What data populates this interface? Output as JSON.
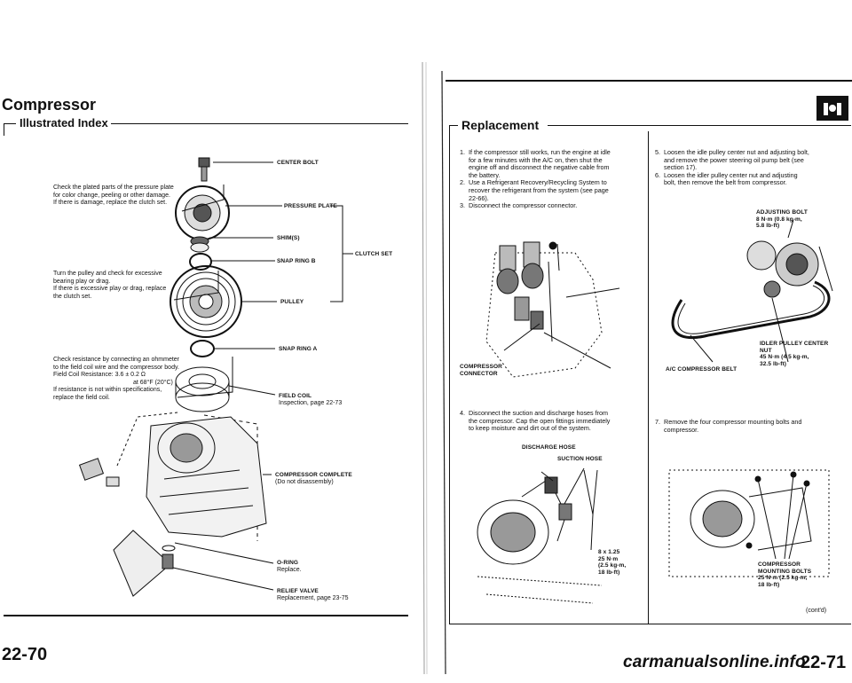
{
  "left_page": {
    "title": "Compressor",
    "subtitle": "Illustrated Index",
    "page_number": "22-70",
    "parts": {
      "center_bolt": "CENTER BOLT",
      "pressure_plate": "PRESSURE PLATE",
      "shims": "SHIM(S)",
      "snap_ring_b": "SNAP RING B",
      "clutch_set": "CLUTCH SET",
      "pulley": "PULLEY",
      "snap_ring_a": "SNAP RING A",
      "field_coil": "FIELD COIL",
      "field_coil_note": "Inspection, page 22-73",
      "compressor_complete": "COMPRESSOR COMPLETE",
      "compressor_note": "(Do not disassembly)",
      "o_ring": "O-RING",
      "o_ring_note": "Replace.",
      "relief_valve": "RELIEF VALVE",
      "relief_valve_note": "Replacement, page 23-75"
    },
    "notes": {
      "pressure_plate_lines": [
        "Check the plated parts of the pressure plate",
        "for color change, peeling or other damage.",
        "If there is damage, replace the clutch set."
      ],
      "pulley_lines": [
        "Turn the pulley and check for excessive",
        "bearing play or drag.",
        "If there is excessive play or drag, replace",
        "the clutch set."
      ],
      "field_coil_lines": [
        "Check resistance by connecting an ohmmeter",
        "to the field coil wire and the compressor body.",
        "Field Coil Resistance: 3.6 ± 0.2 Ω",
        "at 68°F (20°C)",
        "If resistance is not within specifications,",
        "replace the field coil."
      ]
    }
  },
  "right_page": {
    "title": "Replacement",
    "page_number": "22-71",
    "contd": "(cont'd)",
    "watermark": "carmanualsonline.info",
    "steps_left": [
      {
        "num": "1.",
        "lines": [
          "If the compressor still works, run the engine at idle",
          "for a few minutes with the A/C on, then shut the",
          "engine off and disconnect the negative cable from",
          "the battery."
        ]
      },
      {
        "num": "2.",
        "lines": [
          "Use a Refrigerant Recovery/Recycling System to",
          "recover the refrigerant from the system (see page",
          "22-66)."
        ]
      },
      {
        "num": "3.",
        "lines": [
          "Disconnect the compressor connector."
        ]
      }
    ],
    "step4": {
      "num": "4.",
      "lines": [
        "Disconnect the suction and discharge hoses from",
        "the compressor. Cap the open fittings immediately",
        "to keep moisture and dirt out of the system."
      ]
    },
    "steps_right": [
      {
        "num": "5.",
        "lines": [
          "Loosen the idle pulley center nut and adjusting bolt,",
          "and remove the power steering oil pump belt (see",
          "section 17)."
        ]
      },
      {
        "num": "6.",
        "lines": [
          "Loosen the idler pulley center nut and adjusting",
          "bolt, then remove the belt from compressor."
        ]
      }
    ],
    "step7": {
      "num": "7.",
      "lines": [
        "Remove the four compressor mounting bolts and",
        "compressor."
      ]
    },
    "labels": {
      "compressor_connector": [
        "COMPRESSOR",
        "CONNECTOR"
      ],
      "discharge_hose": "DISCHARGE HOSE",
      "suction_hose": "SUCTION HOSE",
      "hose_torque": [
        "8 x 1.25",
        "25 N·m",
        "(2.5 kg-m,",
        "18 lb-ft)"
      ],
      "adjusting_bolt": [
        "ADJUSTING BOLT",
        "8 N·m (0.8 kg-m,",
        "5.8 lb-ft)"
      ],
      "idler_pulley": [
        "IDLER PULLEY CENTER",
        "NUT",
        "45 N·m (4.5 kg-m,",
        "32.5 lb-ft)"
      ],
      "ac_belt": "A/C COMPRESSOR BELT",
      "mounting_bolts": [
        "COMPRESSOR",
        "MOUNTING BOLTS",
        "25 N·m (2.5 kg-m,",
        "18 lb-ft)"
      ]
    }
  }
}
